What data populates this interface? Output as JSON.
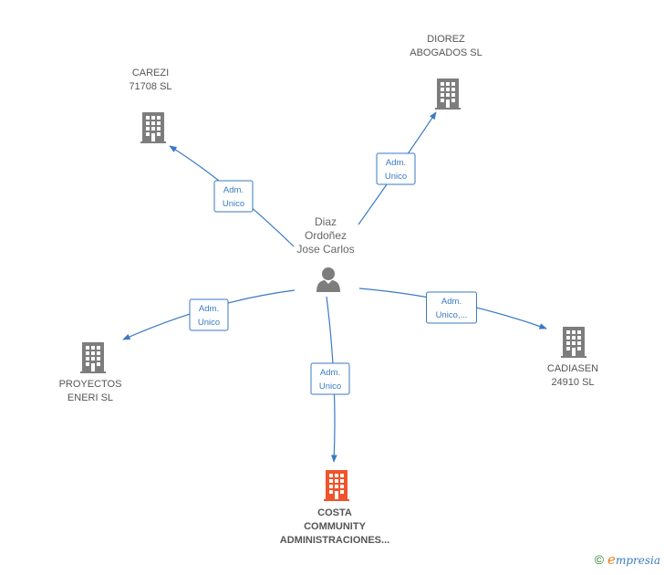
{
  "colors": {
    "edge": "#3a7ac2",
    "building": "#7d7d7d",
    "building_highlight": "#f0542b",
    "person": "#7d7d7d"
  },
  "person": {
    "name_lines": [
      "Diaz",
      "Ordoñez",
      "Jose Carlos"
    ],
    "icon": "person-icon"
  },
  "companies": [
    {
      "id": "carezi",
      "lines": [
        "CAREZI",
        "71708  SL"
      ],
      "highlight": false,
      "icon": "building-icon"
    },
    {
      "id": "diorez",
      "lines": [
        "DIOREZ",
        "ABOGADOS SL"
      ],
      "highlight": false,
      "icon": "building-icon"
    },
    {
      "id": "proyectos",
      "lines": [
        "PROYECTOS",
        "ENERI  SL"
      ],
      "highlight": false,
      "icon": "building-icon"
    },
    {
      "id": "cadiasen",
      "lines": [
        "CADIASEN",
        "24910 SL"
      ],
      "highlight": false,
      "icon": "building-icon"
    },
    {
      "id": "costa",
      "lines": [
        "COSTA",
        "COMMUNITY",
        "ADMINISTRACIONES..."
      ],
      "highlight": true,
      "icon": "building-icon"
    }
  ],
  "edges": [
    {
      "to": "carezi",
      "label_lines": [
        "Adm.",
        "Unico"
      ]
    },
    {
      "to": "diorez",
      "label_lines": [
        "Adm.",
        "Unico"
      ]
    },
    {
      "to": "proyectos",
      "label_lines": [
        "Adm.",
        "Unico"
      ]
    },
    {
      "to": "cadiasen",
      "label_lines": [
        "Adm.",
        "Unico,..."
      ]
    },
    {
      "to": "costa",
      "label_lines": [
        "Adm.",
        "Unico"
      ]
    }
  ],
  "footer": {
    "copyright": "©",
    "brand_initial": "e",
    "brand_rest": "mpresia"
  }
}
